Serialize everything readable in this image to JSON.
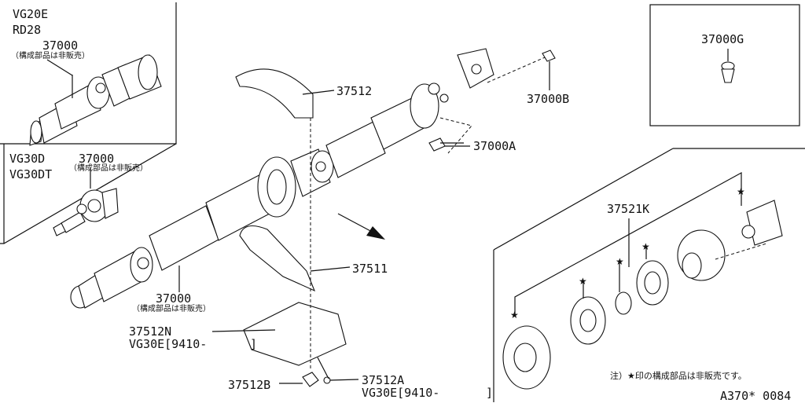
{
  "inset_top_left": {
    "engine1": "VG20E",
    "engine2": "RD28",
    "part": "37000",
    "note": "（構成部品は非販売）"
  },
  "inset_mid_left": {
    "engine1": "VG30D",
    "engine2": "VG30DT",
    "part": "37000",
    "note": "（構成部品は非販売）"
  },
  "inset_top_right": {
    "part": "37000G"
  },
  "labels": {
    "p37512": "37512",
    "p37000B": "37000B",
    "p37000A": "37000A",
    "p37521K": "37521K",
    "p37511": "37511",
    "p37000": "37000",
    "p37000_note": "（構成部品は非販売）",
    "p37512N": "37512N",
    "p37512N_apply": "VG30E[9410-",
    "p37512N_close": "]",
    "p37512B": "37512B",
    "p37512A": "37512A",
    "p37512A_apply": "VG30E[9410-",
    "p37512A_close": "]"
  },
  "footnote": "注）★印の構成部品は非販売です。",
  "diagram_code": "A370* 0084"
}
